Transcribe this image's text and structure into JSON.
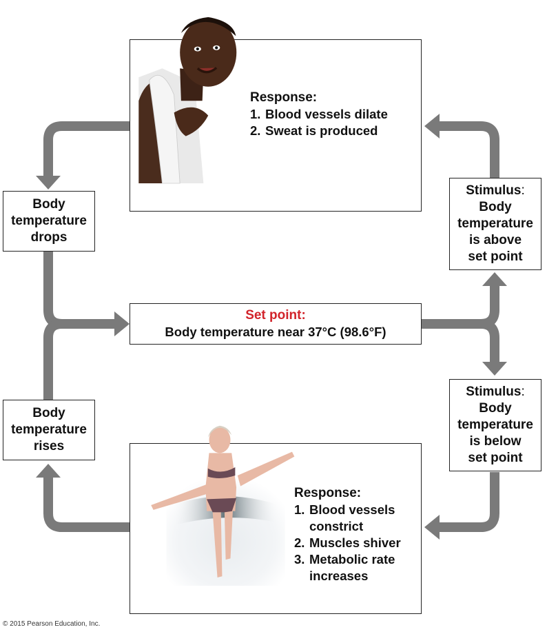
{
  "hot_response": {
    "title": "Response:",
    "items": [
      {
        "num": "1.",
        "text": "Blood vessels dilate"
      },
      {
        "num": "2.",
        "text": "Sweat is produced"
      }
    ]
  },
  "cold_response": {
    "title": "Response:",
    "items": [
      {
        "num": "1.",
        "line1": "Blood vessels",
        "line2": "constrict"
      },
      {
        "num": "2.",
        "line1": "Muscles shiver"
      },
      {
        "num": "3.",
        "line1": "Metabolic rate",
        "line2": "increases"
      }
    ]
  },
  "drops": {
    "line1": "Body",
    "line2": "temperature",
    "line3": "drops"
  },
  "rises": {
    "line1": "Body",
    "line2": "temperature",
    "line3": "rises"
  },
  "stimulus_above": {
    "label": "Stimulus",
    "colon": ":",
    "line1": "Body",
    "line2": "temperature",
    "line3": "is above",
    "line4": "set point"
  },
  "stimulus_below": {
    "label": "Stimulus",
    "colon": ":",
    "line1": "Body",
    "line2": "temperature",
    "line3": "is below",
    "line4": "set point"
  },
  "set_point": {
    "title": "Set point:",
    "text": "Body temperature near 37°C (98.6°F)"
  },
  "colors": {
    "arrow": "#7a7a7a",
    "set_point_title": "#d2232a"
  },
  "copyright": "© 2015 Pearson Education, Inc."
}
